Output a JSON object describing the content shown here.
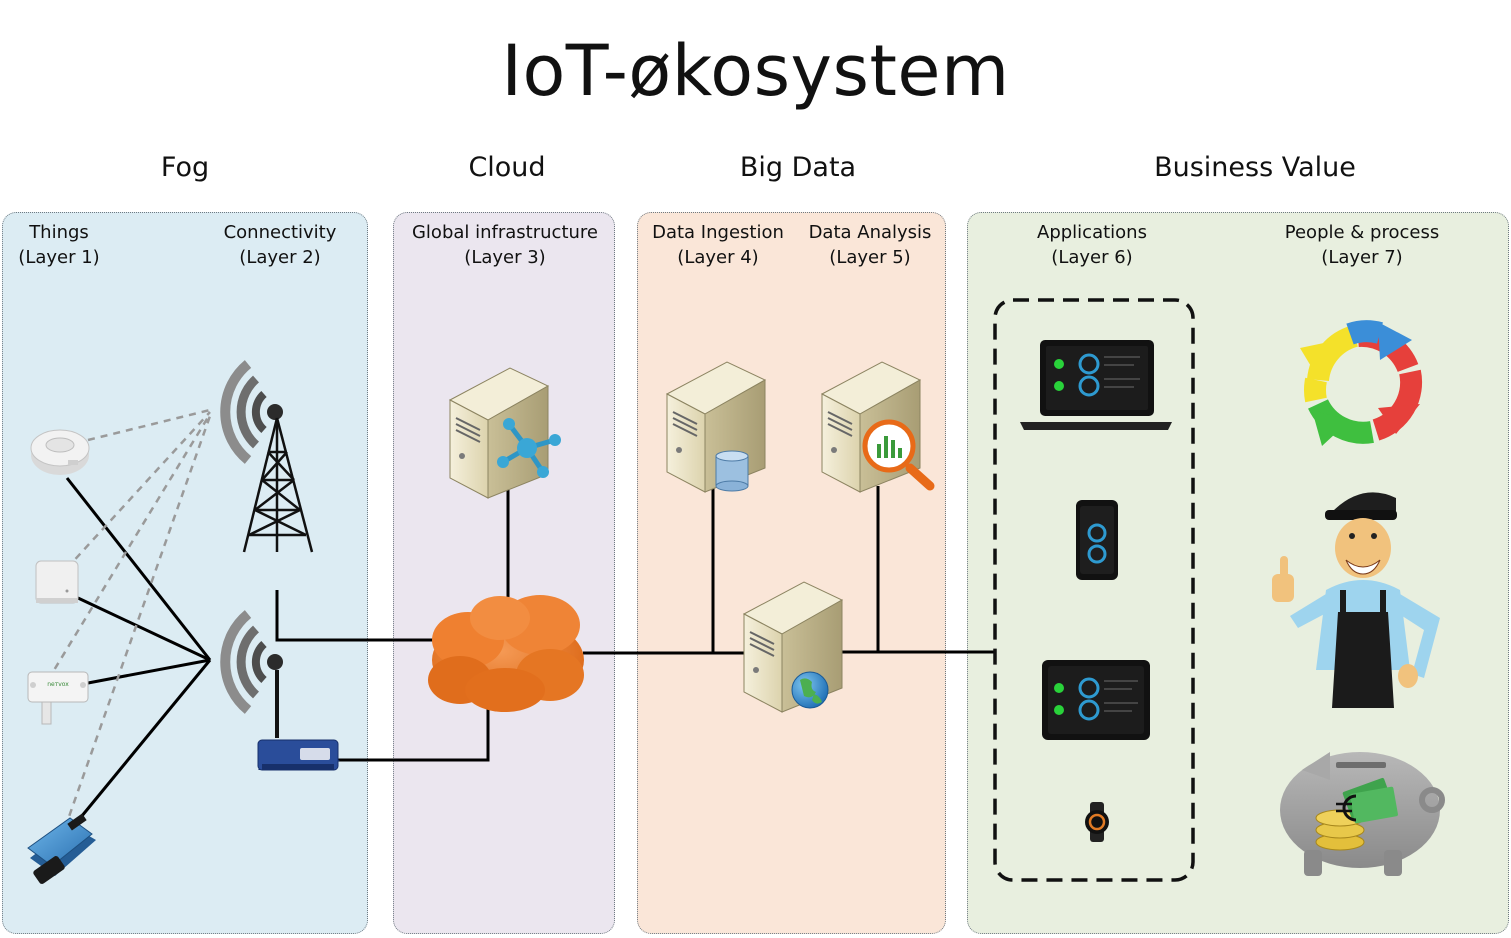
{
  "title": "IoT-økosystem",
  "sections": {
    "fog": "Fog",
    "cloud": "Cloud",
    "big_data": "Big Data",
    "business_value": "Business Value"
  },
  "layers": {
    "things": {
      "name": "Things",
      "level": "(Layer 1)"
    },
    "connectivity": {
      "name": "Connectivity",
      "level": "(Layer 2)"
    },
    "global_infrastructure": {
      "name": "Global infrastructure",
      "level": "(Layer 3)"
    },
    "data_ingestion": {
      "name": "Data Ingestion",
      "level": "(Layer 4)"
    },
    "data_analysis": {
      "name": "Data Analysis",
      "level": "(Layer 5)"
    },
    "applications": {
      "name": "Applications",
      "level": "(Layer 6)"
    },
    "people_process": {
      "name": "People & process",
      "level": "(Layer 7)"
    }
  },
  "device_brand": "nетvox",
  "colors": {
    "fog_panel": "#dcecf3",
    "cloud_panel": "#ebe6ef",
    "bigdata_panel": "#fae6d8",
    "business_panel": "#e8efdf",
    "cloud_orange": "#ee7722",
    "server_body": "#e8e1c4"
  }
}
